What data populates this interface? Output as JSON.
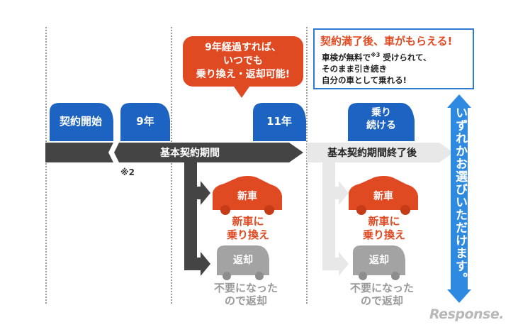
{
  "diagram": {
    "cars": {
      "contract_start": "契約開始",
      "nine_years": "9年",
      "eleven_years": "11年",
      "keep_riding": "乗り\n続ける",
      "new_car": "新車",
      "return": "返却"
    },
    "bars": {
      "basic_period": "基本契約期間",
      "after_period": "基本契約期間終了後"
    },
    "note_2": "※2",
    "callout_nine_years": "9年経過すれば、\nいつでも\n乗り換え・返却可能!",
    "callout_full_term": {
      "title": "契約満了後、車がもらえる!",
      "line1_a": "車検が無料で",
      "line1_note": "※3",
      "line1_b": " 受けられて、",
      "line2": "そのまま引き続き",
      "line3": "自分の車として乗れる!"
    },
    "options_left": {
      "switch": "新車に\n乗り換え",
      "return": "不要になった\nので返却"
    },
    "options_right": {
      "switch": "新車に\n乗り換え",
      "return": "不要になった\nので返却"
    },
    "side_banner": "いずれかお選びいただけます。",
    "logo": "Response.",
    "colors": {
      "blue": "#1d64c2",
      "red": "#e04a22",
      "dark_gray": "#444444",
      "light_gray": "#e8e8e8",
      "car_gray": "#a3a3a3",
      "arrow_blue": "#2d8ae0"
    }
  }
}
